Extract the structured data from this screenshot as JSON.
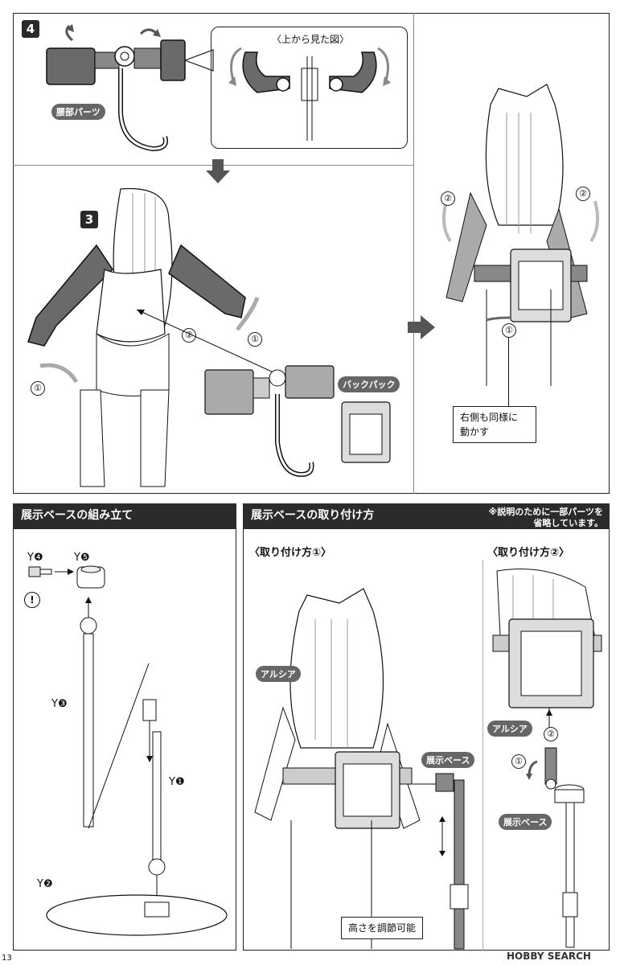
{
  "page_number": "13",
  "top_section": {
    "step_4": "4",
    "waist_label": "腰部パーツ",
    "top_view_label": "〈上から見た図〉",
    "step_3": "3",
    "backpack_label": "バックパック",
    "mark_1": "①",
    "mark_2": "②",
    "right_side_note_line1": "右側も同様に",
    "right_side_note_line2": "動かす"
  },
  "base_assembly": {
    "header": "展示ベースの組み立て",
    "y4": "Y❹",
    "y5": "Y❺",
    "y3": "Y❸",
    "y1": "Y❶",
    "y2": "Y❷",
    "warning": "!"
  },
  "base_attach": {
    "header": "展示ベースの取り付け方",
    "note_line1": "※説明のために一部パーツを",
    "note_line2": "省略しています。",
    "method_1": "〈取り付け方①〉",
    "method_2": "〈取り付け方②〉",
    "arushia_label": "アルシア",
    "base_label": "展示ベース",
    "height_note": "高さを調節可能"
  },
  "watermark": "HOBBY SEARCH"
}
